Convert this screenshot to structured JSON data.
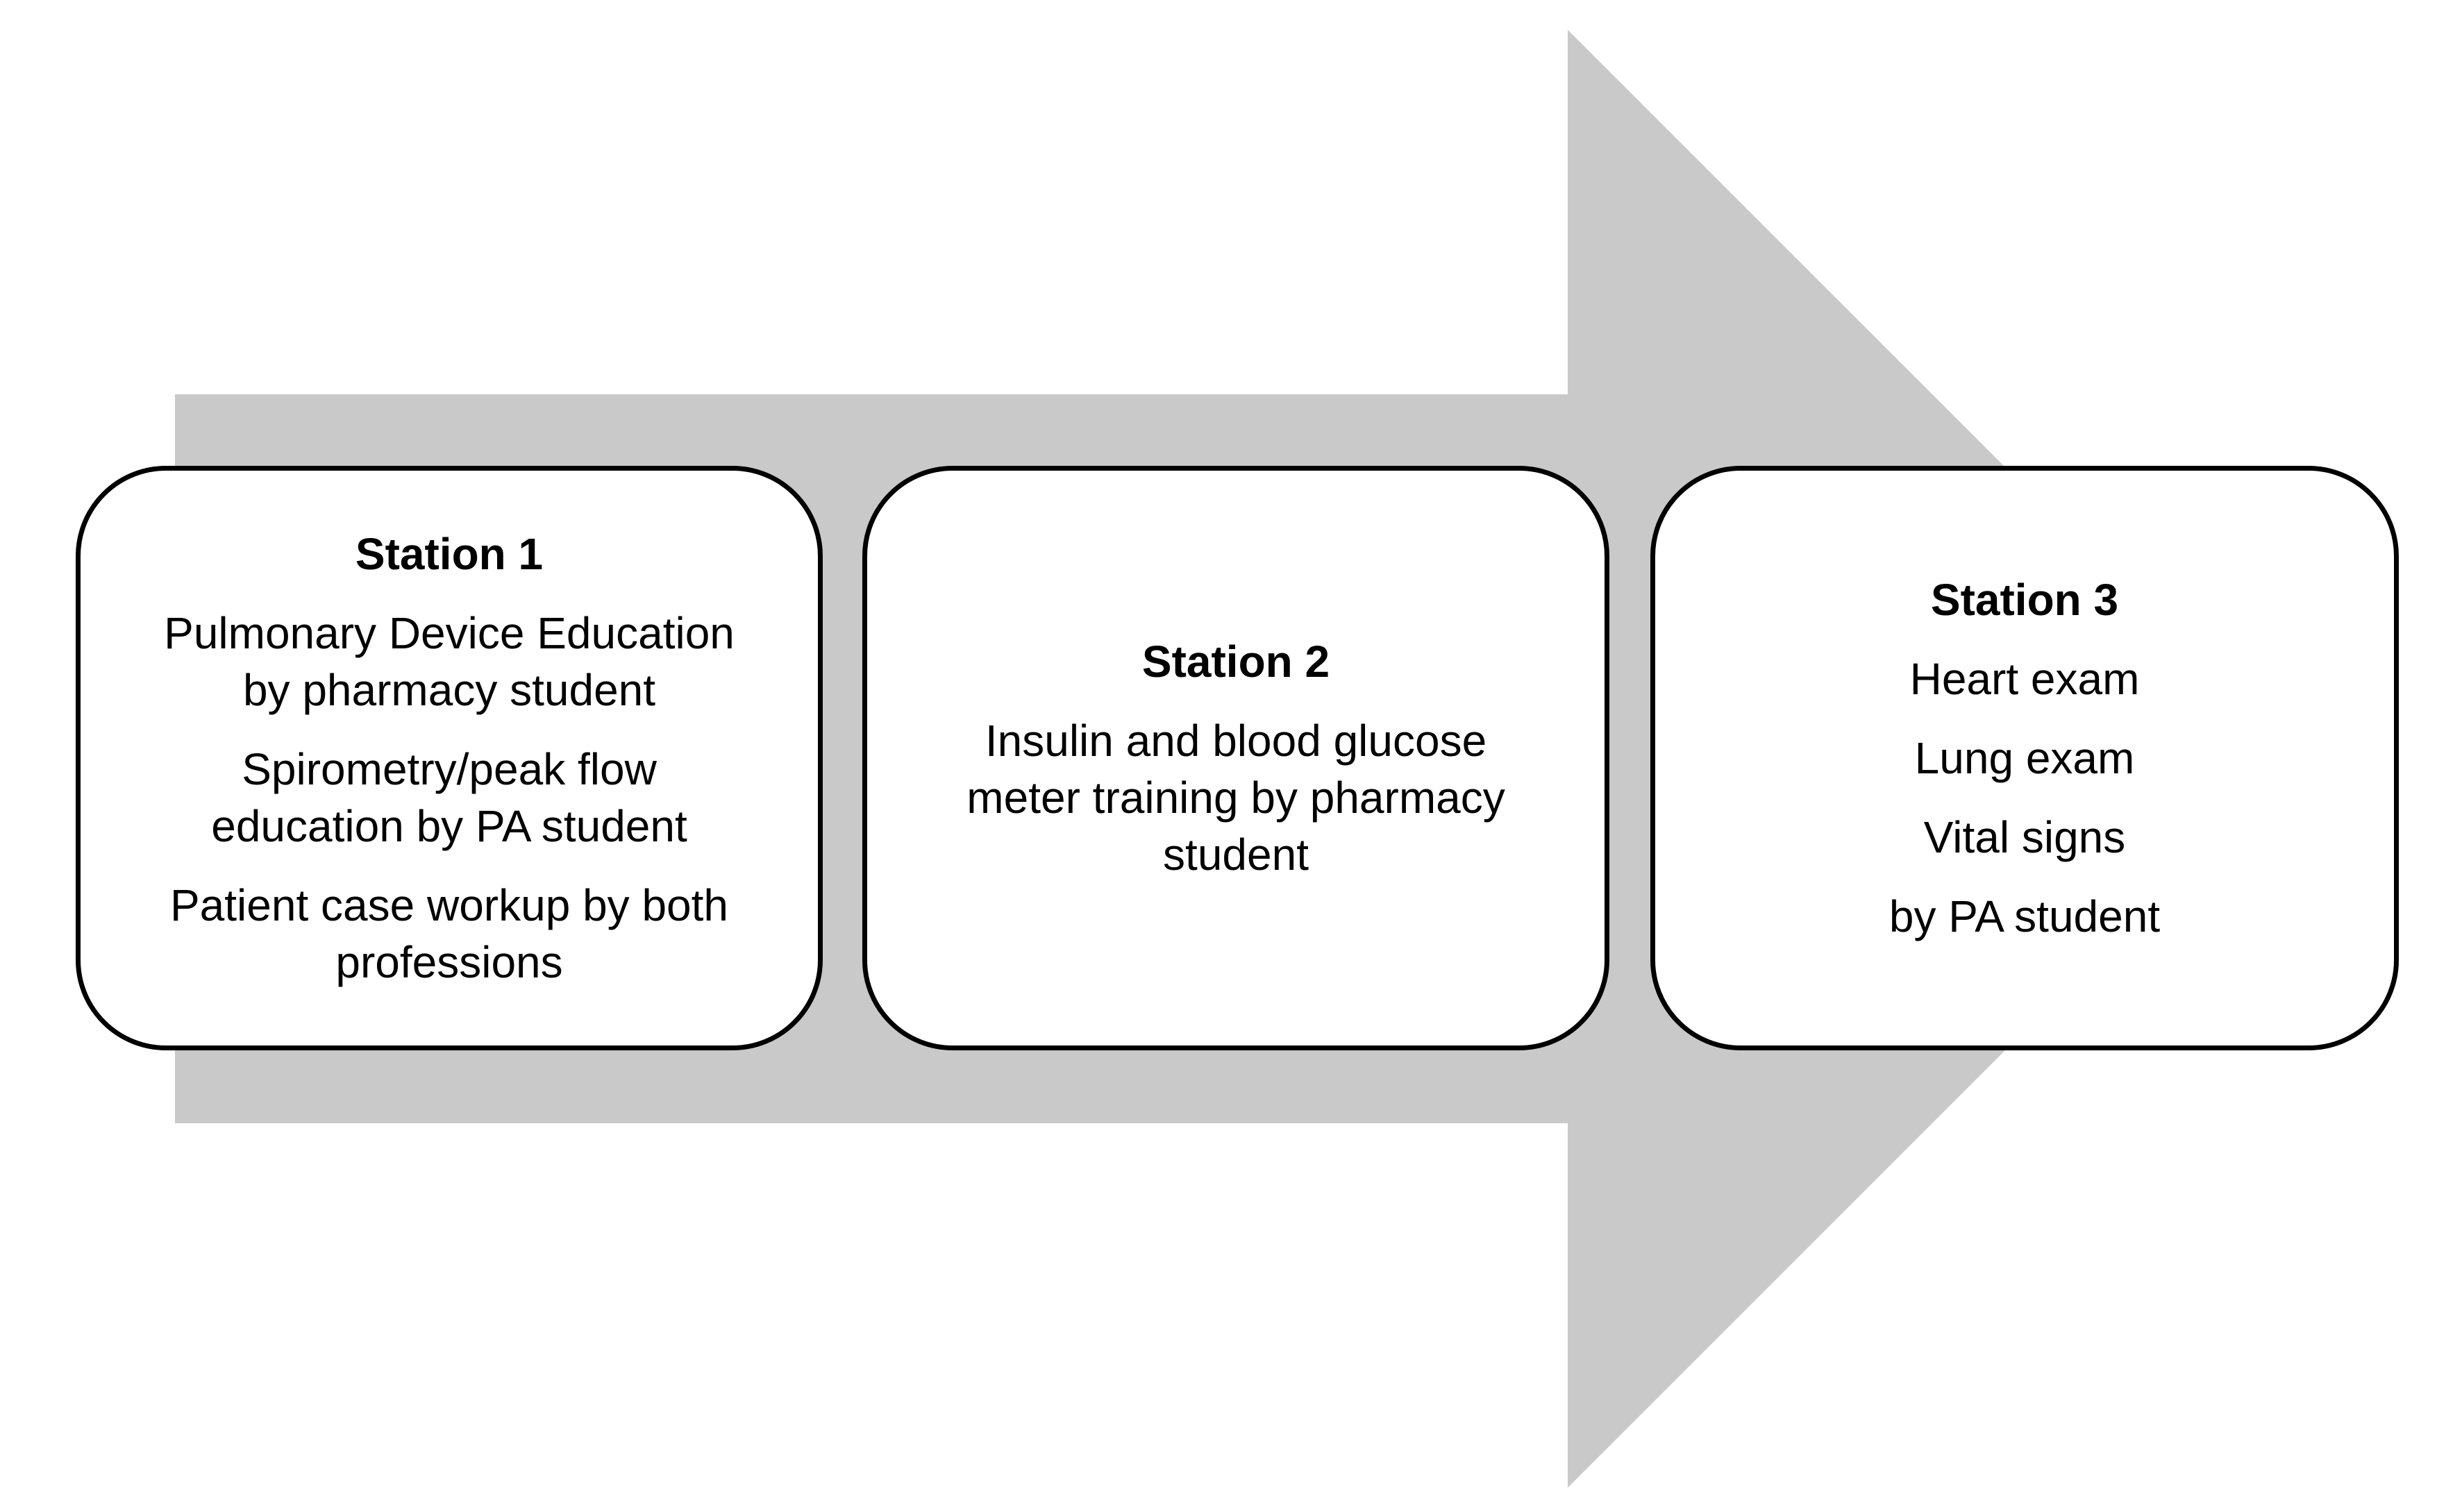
{
  "colors": {
    "arrow_fill": "#c9c9c9",
    "box_border": "#000000",
    "box_fill": "#ffffff",
    "text": "#000000"
  },
  "stations": [
    {
      "title": "Station 1",
      "items": [
        "Pulmonary Device Education\nby pharmacy student",
        "Spirometry/peak flow\neducation by PA student",
        "Patient case workup by both\nprofessions"
      ]
    },
    {
      "title": "Station 2",
      "items": [
        "Insulin and blood glucose\nmeter training by pharmacy\nstudent"
      ]
    },
    {
      "title": "Station 3",
      "items": [
        "Heart exam",
        "Lung exam",
        "Vital signs",
        "by PA student"
      ]
    }
  ]
}
